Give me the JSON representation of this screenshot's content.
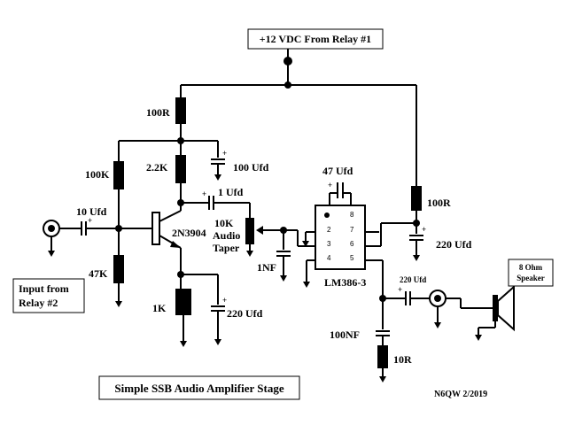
{
  "title": "Simple  SSB Audio Amplifier  Stage",
  "supply_label": "+12 VDC From Relay #1",
  "input_label_line1": "Input from",
  "input_label_line2": "Relay #2",
  "speaker_label_line1": "8 Ohm",
  "speaker_label_line2": "Speaker",
  "credit": "N6QW 2/2019",
  "components": {
    "r_100r_top": "100R",
    "r_100k": "100K",
    "r_2_2k": "2.2K",
    "c_100ufd": "100 Ufd",
    "c_10ufd": "10 Ufd",
    "c_1ufd": "1 Ufd",
    "transistor": "2N3904",
    "r_47k": "47K",
    "r_1k": "1K",
    "c_220ufd_emitter": "220 Ufd",
    "pot_line1": "10K",
    "pot_line2": "Audio",
    "pot_line3": "Taper",
    "c_1nf": "1NF",
    "ic": "LM386-3",
    "c_47ufd": "47 Ufd",
    "r_100r_right": "100R",
    "c_220ufd_supply": "220 Ufd",
    "c_220ufd_output": "220 Ufd",
    "c_100nf": "100NF",
    "r_10r": "10R"
  },
  "ic_pins": [
    "1",
    "2",
    "3",
    "4",
    "5",
    "6",
    "7",
    "8"
  ],
  "plus_sign": "+"
}
